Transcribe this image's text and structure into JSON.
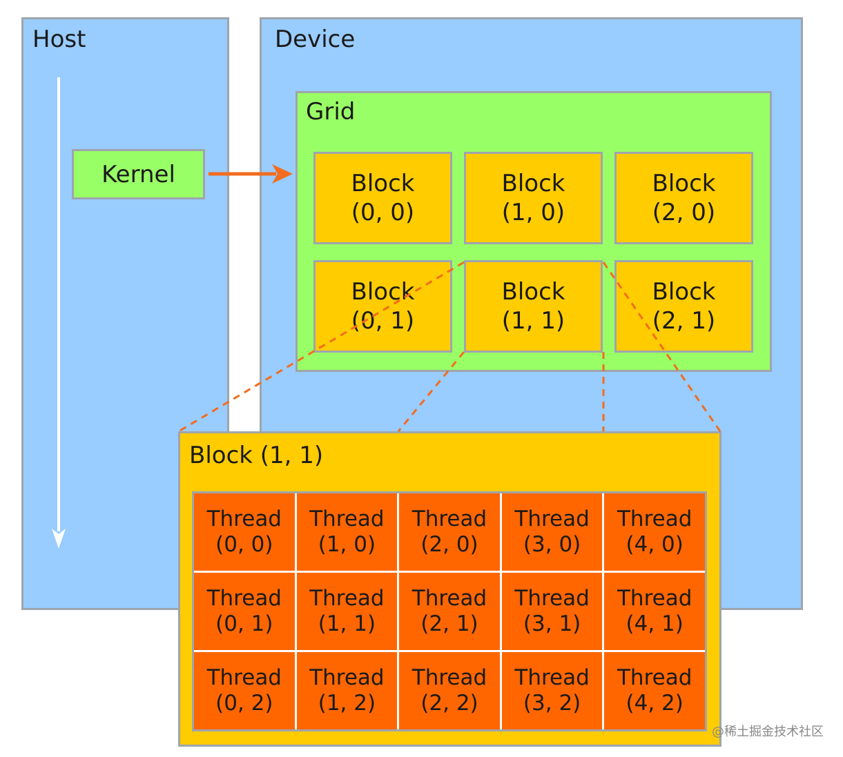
{
  "host": {
    "title": "Host"
  },
  "device": {
    "title": "Device"
  },
  "kernel": {
    "label": "Kernel"
  },
  "grid": {
    "title": "Grid",
    "blocks": [
      {
        "name": "Block",
        "coord": "(0, 0)"
      },
      {
        "name": "Block",
        "coord": "(1, 0)"
      },
      {
        "name": "Block",
        "coord": "(2, 0)"
      },
      {
        "name": "Block",
        "coord": "(0, 1)"
      },
      {
        "name": "Block",
        "coord": "(1, 1)"
      },
      {
        "name": "Block",
        "coord": "(2, 1)"
      }
    ]
  },
  "block_detail": {
    "title": "Block (1, 1)",
    "threads": [
      {
        "name": "Thread",
        "coord": "(0, 0)"
      },
      {
        "name": "Thread",
        "coord": "(1, 0)"
      },
      {
        "name": "Thread",
        "coord": "(2, 0)"
      },
      {
        "name": "Thread",
        "coord": "(3, 0)"
      },
      {
        "name": "Thread",
        "coord": "(4, 0)"
      },
      {
        "name": "Thread",
        "coord": "(0, 1)"
      },
      {
        "name": "Thread",
        "coord": "(1, 1)"
      },
      {
        "name": "Thread",
        "coord": "(2, 1)"
      },
      {
        "name": "Thread",
        "coord": "(3, 1)"
      },
      {
        "name": "Thread",
        "coord": "(4, 1)"
      },
      {
        "name": "Thread",
        "coord": "(0, 2)"
      },
      {
        "name": "Thread",
        "coord": "(1, 2)"
      },
      {
        "name": "Thread",
        "coord": "(2, 2)"
      },
      {
        "name": "Thread",
        "coord": "(3, 2)"
      },
      {
        "name": "Thread",
        "coord": "(4, 2)"
      }
    ]
  },
  "watermark": "@稀土掘金技术社区",
  "colors": {
    "panel_blue": "#99ccff",
    "grid_green": "#99ff66",
    "block_yellow": "#ffcc00",
    "thread_orange": "#ff6600",
    "arrow_orange": "#f26d1f",
    "border_gray": "#9ea5ad"
  }
}
